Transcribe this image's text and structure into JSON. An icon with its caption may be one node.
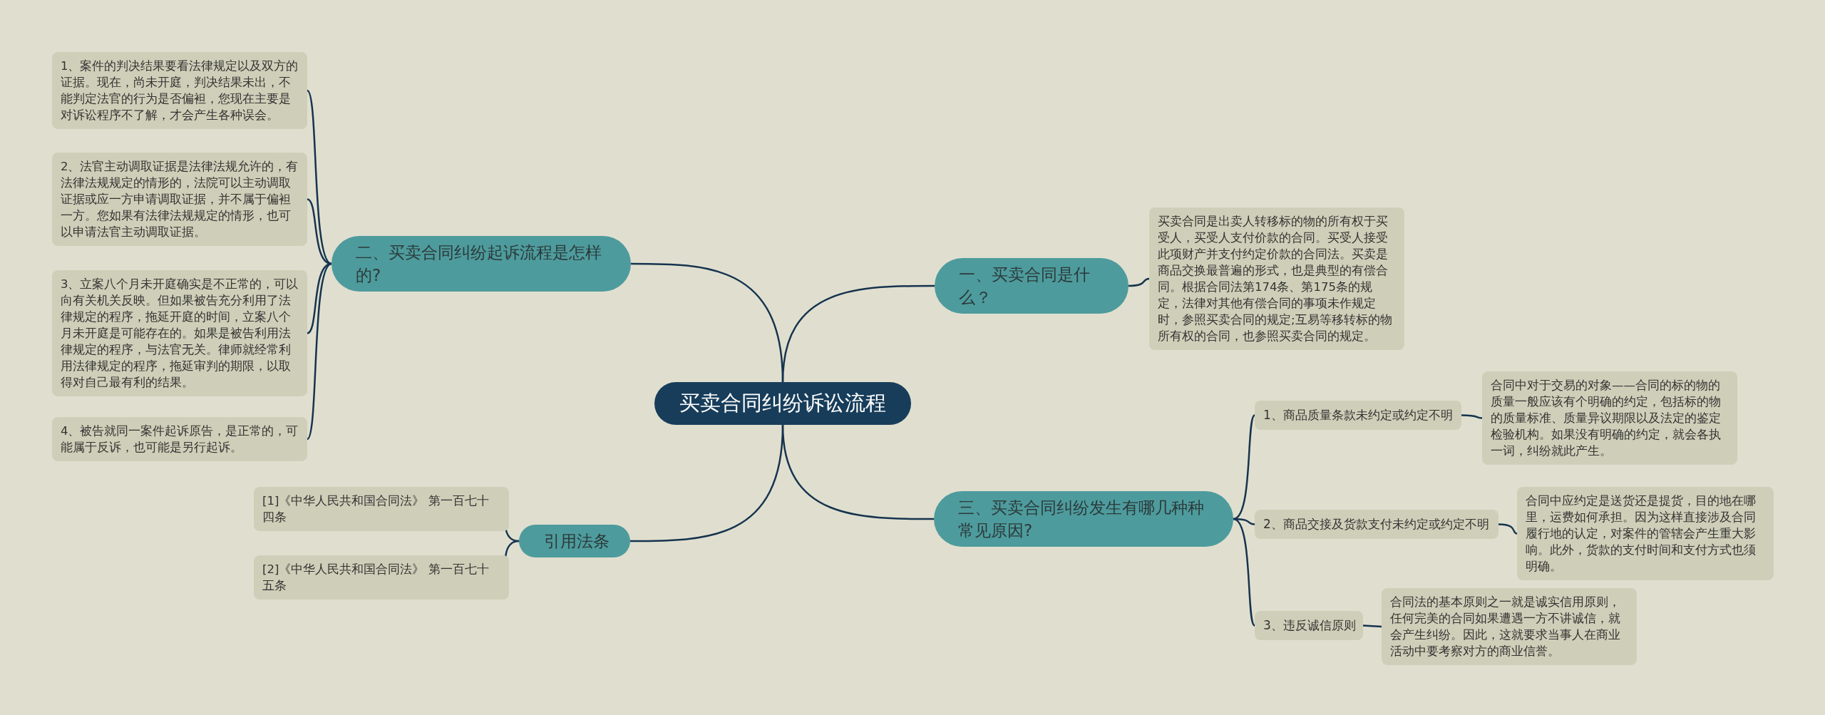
{
  "diagram": {
    "nodes": [
      {
        "text": [
          "买卖合同纠纷诉讼流程"
        ]
      },
      {
        "text": [
          "一、买卖合同是什么？"
        ]
      },
      {
        "text": [
          "买卖合同是出卖人转移标的物的所有权于买受人，买受人支付价款的合同。买受人接受此项财产并支付约定价款的合同法。买卖是商品交换最普遍的形式，也是典型的有偿合同。根据合同法第174条、第175条的规定，法律对其他有偿合同的事项未作规定时，参照买卖合同的规定;互易等移转标的物所有权的合同，也参照买卖合同的规定。"
        ]
      },
      {
        "text": [
          "二、买卖合同纠纷起诉流程是怎样的?"
        ]
      },
      {
        "text": [
          "1、案件的判决结果要看法律规定以及双方的证据。现在，尚未开庭，判决结果未出，不能判定法官的行为是否偏袒，您现在主要是对诉讼程序不了解，才会产生各种误会。"
        ]
      },
      {
        "text": [
          "2、法官主动调取证据是法律法规允许的，有法律法规规定的情形的，法院可以主动调取证据或应一方申请调取证据，并不属于偏袒一方。您如果有法律法规规定的情形，也可以申请法官主动调取证据。"
        ]
      },
      {
        "text": [
          "3、立案八个月未开庭确实是不正常的，可以向有关机关反映。但如果被告充分利用了法律规定的程序，拖延开庭的时间，立案八个月未开庭是可能存在的。如果是被告利用法律规定的程序，与法官无关。律师就经常利用法律规定的程序，拖延审判的期限，以取得对自己最有利的结果。"
        ]
      },
      {
        "text": [
          "4、被告就同一案件起诉原告，是正常的，可能属于反诉，也可能是另行起诉。"
        ]
      },
      {
        "text": [
          "三、买卖合同纠纷发生有哪几种种常见原因?"
        ]
      },
      {
        "text": [
          "1、商品质量条款未约定或约定不明"
        ]
      },
      {
        "text": [
          "合同中对于交易的对象——合同的标的物的质量一般应该有个明确的约定，包括标的物的质量标准、质量异议期限以及法定的鉴定检验机构。如果没有明确的约定，就会各执一词，纠纷就此产生。"
        ]
      },
      {
        "text": [
          "2、商品交接及货款支付未约定或约定不明"
        ]
      },
      {
        "text": [
          "合同中应约定是送货还是提货，目的地在哪里，运费如何承担。因为这样直接涉及合同履行地的认定，对案件的管辖会产生重大影响。此外，货款的支付时间和支付方式也须明确。"
        ]
      },
      {
        "text": [
          "3、违反诚信原则"
        ]
      },
      {
        "text": [
          "合同法的基本原则之一就是诚实信用原则，任何完美的合同如果遭遇一方不讲诚信，就会产生纠纷。因此，这就要求当事人在商业活动中要考察对方的商业信誉。"
        ]
      },
      {
        "text": [
          "引用法条"
        ]
      },
      {
        "text": [
          "[1]《中华人民共和国合同法》 第一百七十四条"
        ]
      },
      {
        "text": [
          "[2]《中华人民共和国合同法》 第一百七十五条"
        ]
      }
    ],
    "edges": [
      {
        "from": 0,
        "to": 1,
        "arrow": "none"
      },
      {
        "from": 1,
        "to": 2,
        "arrow": "none"
      },
      {
        "from": 0,
        "to": 3,
        "arrow": "none"
      },
      {
        "from": 3,
        "to": 4,
        "arrow": "none"
      },
      {
        "from": 3,
        "to": 5,
        "arrow": "none"
      },
      {
        "from": 3,
        "to": 6,
        "arrow": "none"
      },
      {
        "from": 3,
        "to": 7,
        "arrow": "none"
      },
      {
        "from": 0,
        "to": 8,
        "arrow": "none"
      },
      {
        "from": 8,
        "to": 9,
        "arrow": "none"
      },
      {
        "from": 9,
        "to": 10,
        "arrow": "none"
      },
      {
        "from": 8,
        "to": 11,
        "arrow": "none"
      },
      {
        "from": 11,
        "to": 12,
        "arrow": "none"
      },
      {
        "from": 8,
        "to": 13,
        "arrow": "none"
      },
      {
        "from": 13,
        "to": 14,
        "arrow": "none"
      },
      {
        "from": 0,
        "to": 15,
        "arrow": "none"
      },
      {
        "from": 15,
        "to": 16,
        "arrow": "none"
      },
      {
        "from": 15,
        "to": 17,
        "arrow": "none"
      }
    ]
  }
}
